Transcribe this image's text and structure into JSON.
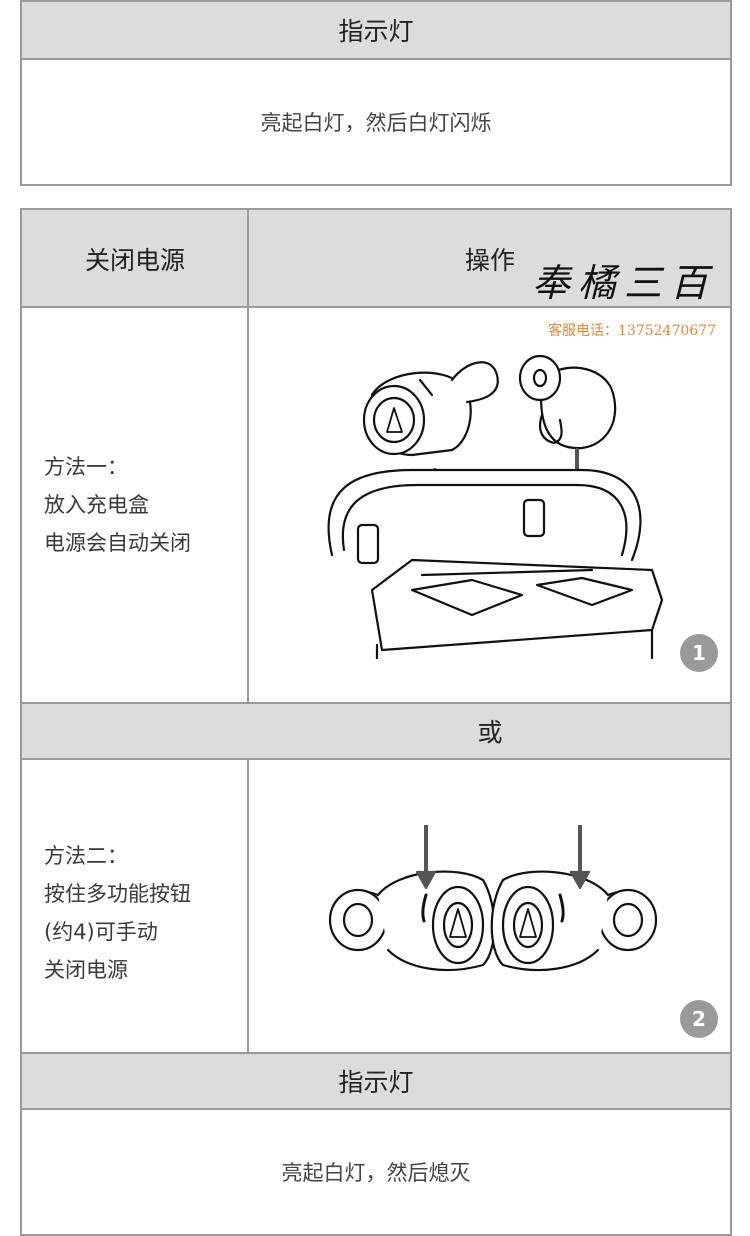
{
  "section1": {
    "header": "指示灯",
    "body": "亮起白灯，然后白灯闪烁"
  },
  "table": {
    "col1_header": "关闭电源",
    "col2_header": "操作",
    "method1": {
      "line1": "方法一：",
      "line2": "放入充电盒",
      "line3": "电源会自动关闭",
      "badge": "1"
    },
    "or_label": "或",
    "method2": {
      "line1": "方法二：",
      "line2": "按住多功能按钮",
      "line3": "(约4)可手动",
      "line4": "关闭电源",
      "badge": "2"
    },
    "indicator_header": "指示灯",
    "indicator_body": "亮起白灯，然后熄灭"
  },
  "watermark": {
    "brand": "奉橘三百",
    "phone": "客服电话：13752470677"
  }
}
